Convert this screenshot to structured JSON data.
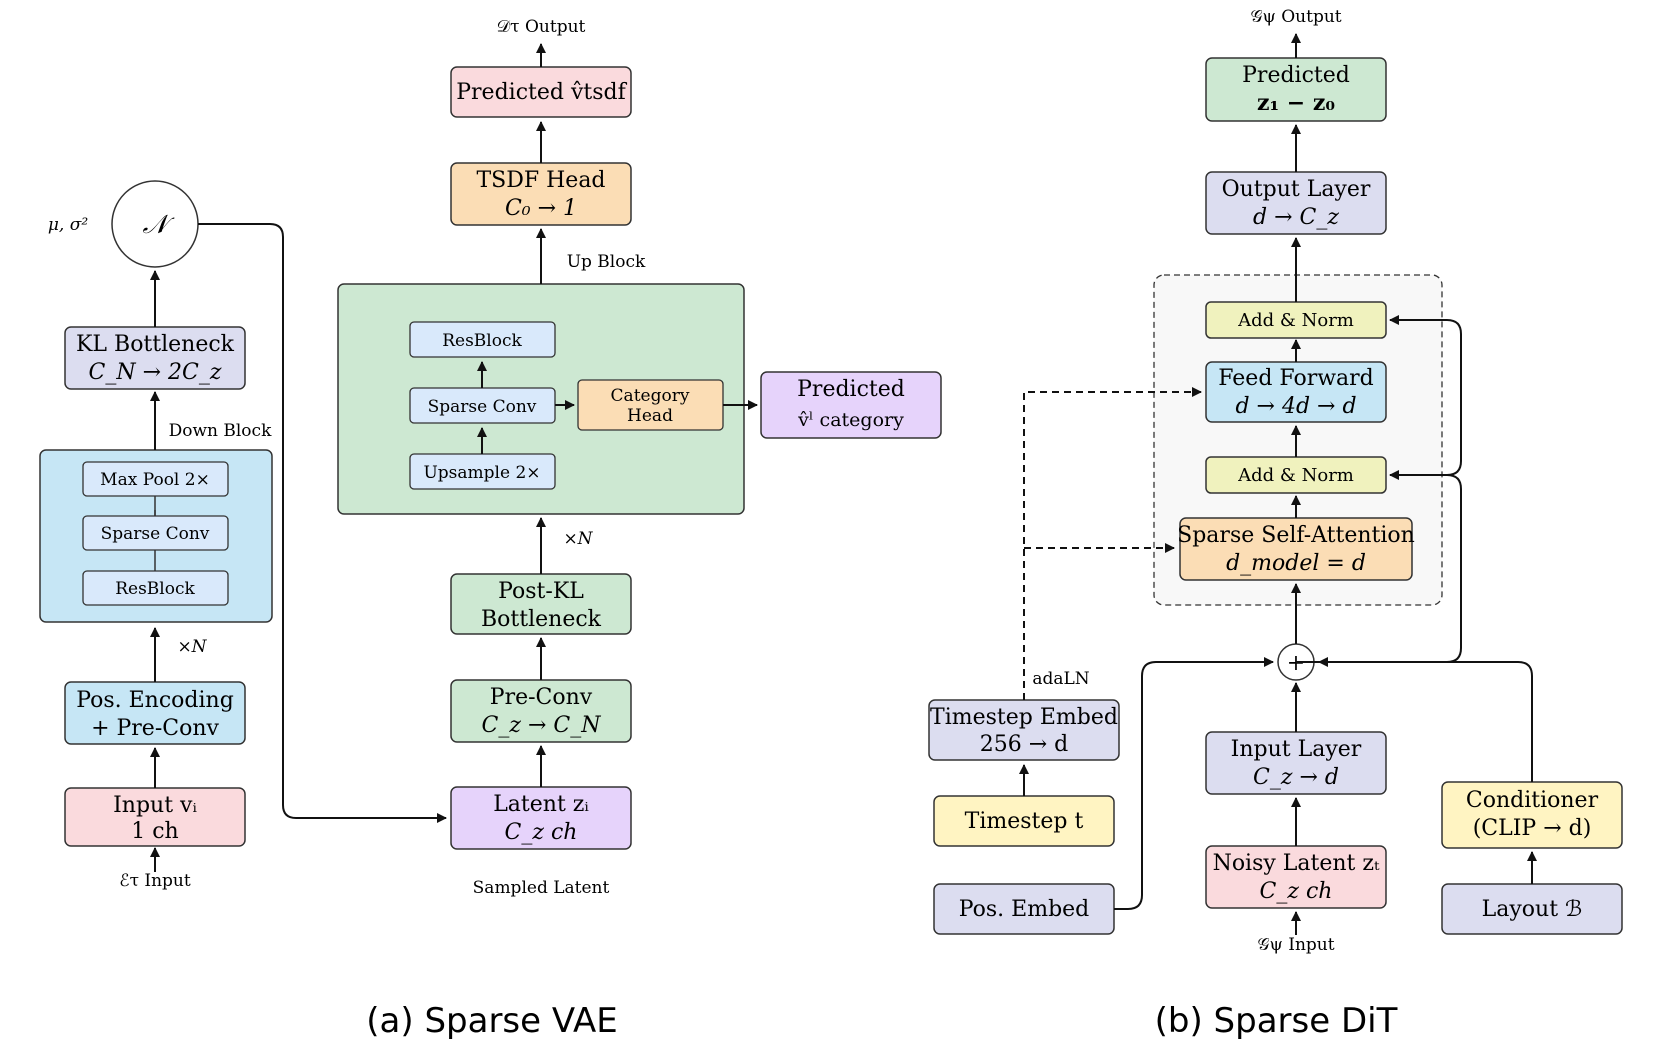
{
  "colors": {
    "pink": "#FADADD",
    "lavender": "#DCDDF0",
    "blue": "#C6E6F5",
    "lightblue": "#D9E9FB",
    "green": "#CDE8D2",
    "orange": "#FBDDB5",
    "purple": "#E6D3FB",
    "yellowgreen": "#F0F2BE",
    "yellow": "#FFF4C2",
    "stroke": "#333333"
  },
  "vae": {
    "caption": "(a) Sparse VAE",
    "er_input": "ℰτ Input",
    "input_l1": "Input vᵢ",
    "input_l2": "1 ch",
    "xN1": "×N",
    "pos_enc_l1": "Pos. Encoding",
    "pos_enc_l2": "+ Pre-Conv",
    "resblock": "ResBlock",
    "sparse_conv": "Sparse Conv",
    "max_pool": "Max Pool 2×",
    "down_block": "Down Block",
    "kl_l1": "KL Bottleneck",
    "kl_l2": "C_N → 2C_z",
    "normal": "𝒩",
    "mu_sigma": "μ, σ²",
    "latent_l1": "Latent zᵢ",
    "latent_l2": "C_z ch",
    "sampled_latent": "Sampled Latent",
    "preconv_l1": "Pre-Conv",
    "preconv_l2": "C_z → C_N",
    "postkl_l1": "Post-KL",
    "postkl_l2": "Bottleneck",
    "xN2": "×N",
    "upsample": "Upsample 2×",
    "up_sparse_conv": "Sparse Conv",
    "up_resblock": "ResBlock",
    "cat_head_l1": "Category",
    "cat_head_l2": "Head",
    "pred_cat_l1": "Predicted",
    "pred_cat_l2": "v̂ˡ category",
    "up_block": "Up Block",
    "tsdf_l1": "TSDF Head",
    "tsdf_l2": "C₀ → 1",
    "pred_tsdf": "Predicted v̂tsdf",
    "dt_output": "𝒟τ Output"
  },
  "dit": {
    "caption": "(b) Sparse DiT",
    "g_input": "𝒢ψ Input",
    "noisy_l1": "Noisy Latent zₜ",
    "noisy_l2": "C_z ch",
    "input_layer_l1": "Input Layer",
    "input_layer_l2": "C_z → d",
    "plus": "+",
    "pos_embed": "Pos. Embed",
    "timestep": "Timestep t",
    "ts_embed_l1": "Timestep Embed",
    "ts_embed_l2": "256 → d",
    "adaln": "adaLN",
    "layout": "Layout ℬ",
    "cond_l1": "Conditioner",
    "cond_l2": "(CLIP → d)",
    "ssa_l1": "Sparse Self-Attention",
    "ssa_l2": "d_model = d",
    "add_norm1": "Add & Norm",
    "ff_l1": "Feed Forward",
    "ff_l2": "d → 4d → d",
    "add_norm2": "Add & Norm",
    "out_l1": "Output Layer",
    "out_l2": "d → C_z",
    "pred_l1": "Predicted",
    "pred_l2": "z₁ − z₀",
    "g_output": "𝒢ψ Output"
  }
}
